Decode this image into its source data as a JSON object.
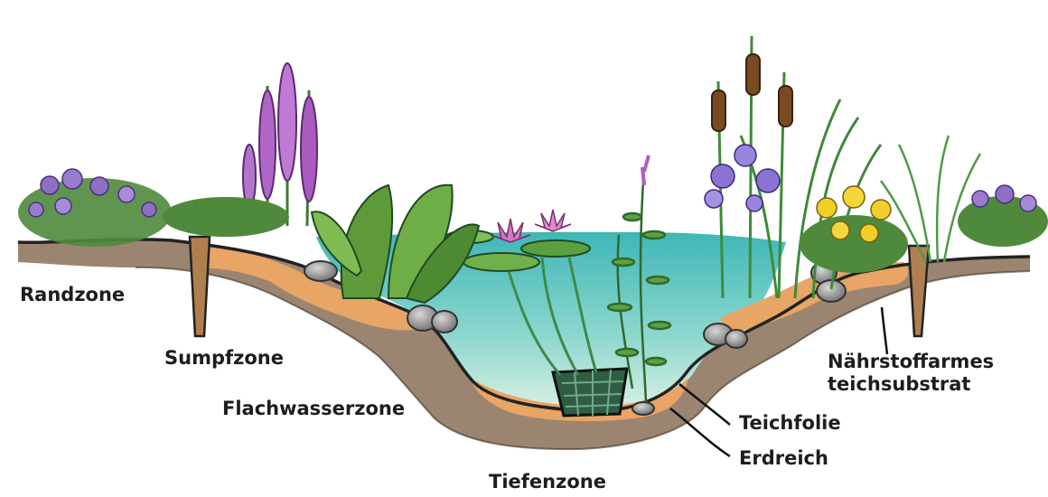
{
  "labels": {
    "randzone": "Randzone",
    "sumpfzone": "Sumpfzone",
    "flachwasserzone": "Flachwasserzone",
    "tiefenzone": "Tiefenzone",
    "teichfolie": "Teichfolie",
    "erdreich": "Erdreich",
    "substrat_line1": "Nährstoffarmes",
    "substrat_line2": "teichsubstrat"
  },
  "colors": {
    "water": "#5fc4c4",
    "soil": "#8a7058",
    "substrate": "#e8a565",
    "outline": "#222222",
    "stone": "#9a9a9a"
  }
}
